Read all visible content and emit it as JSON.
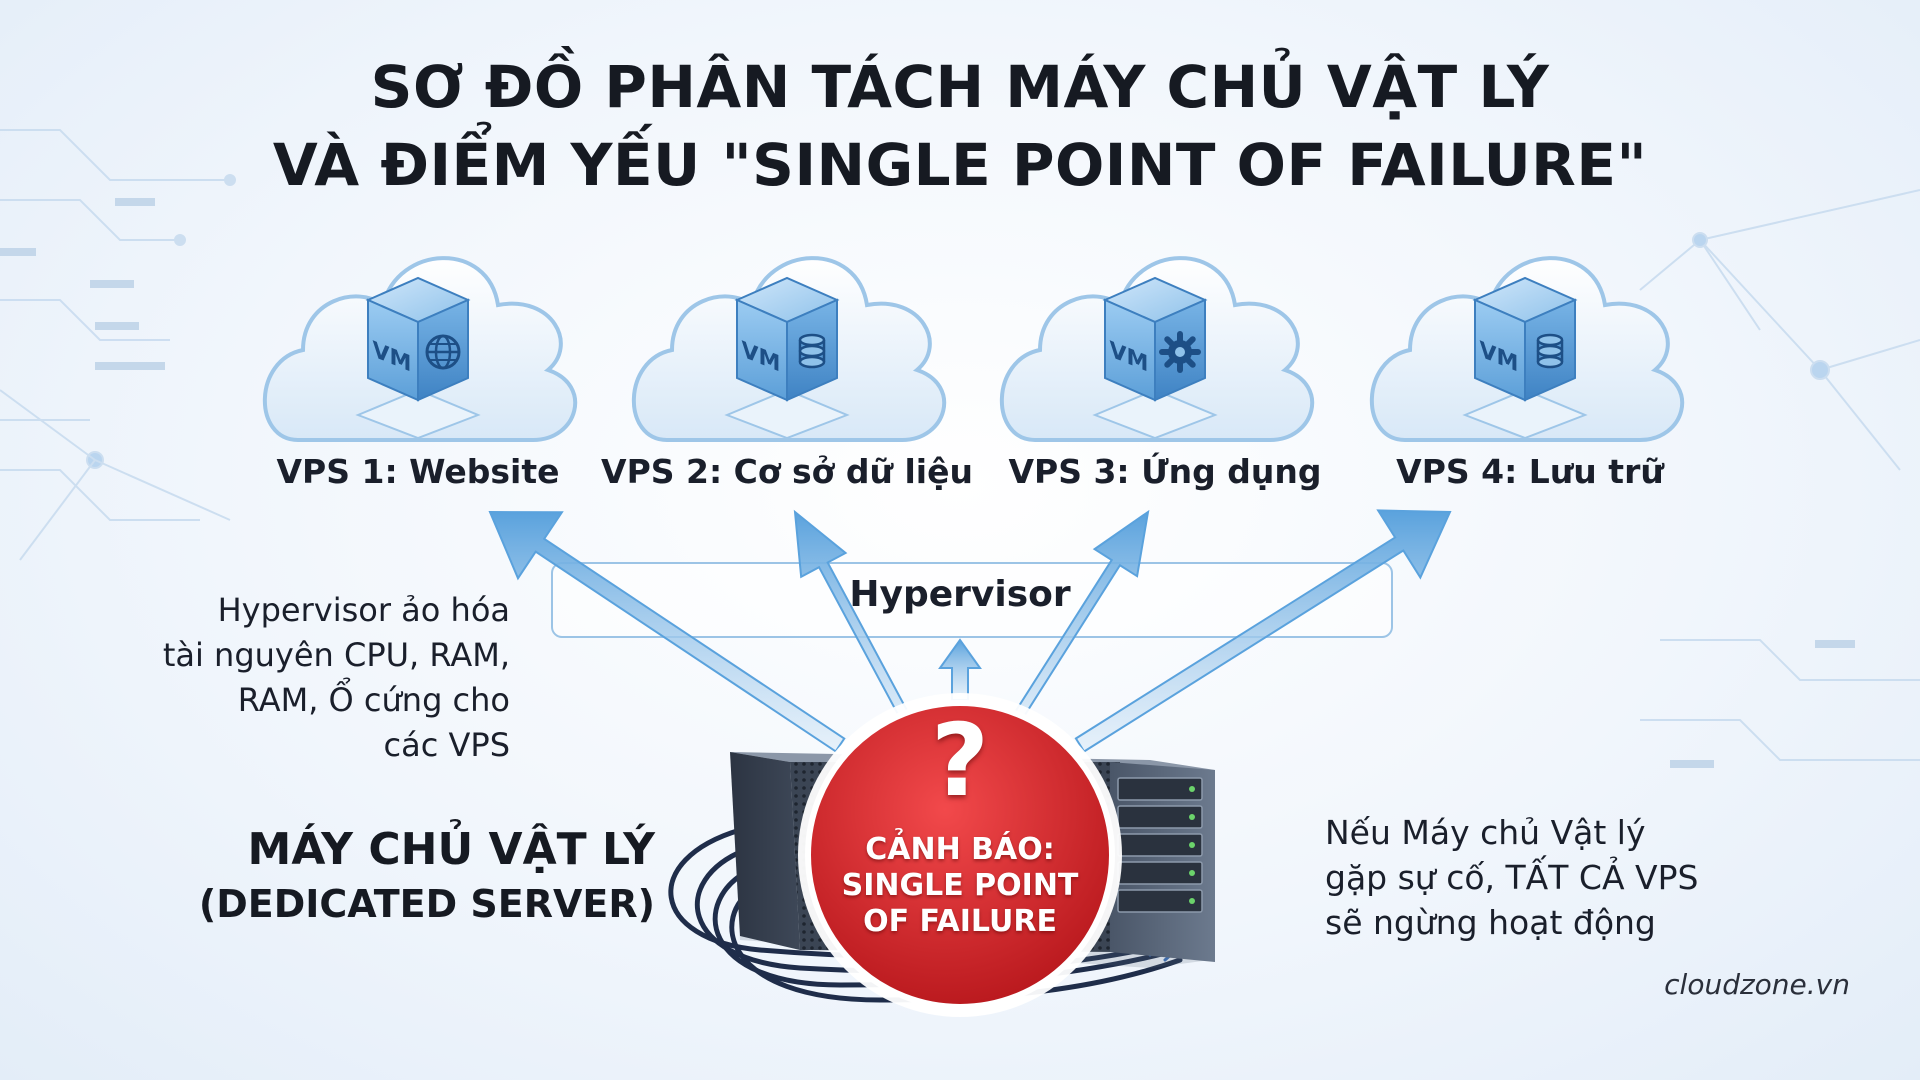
{
  "title": {
    "line1": "SƠ ĐỒ PHÂN TÁCH MÁY CHỦ VẬT LÝ",
    "line2": "VÀ ĐIỂM YẾU \"SINGLE POINT OF FAILURE\""
  },
  "vps": [
    {
      "label": "VPS 1: Website",
      "vm_badge": "VM",
      "icon": "globe-icon"
    },
    {
      "label": "VPS 2: Cơ sở dữ liệu",
      "vm_badge": "VM",
      "icon": "database-icon"
    },
    {
      "label": "VPS 3: Ứng dụng",
      "vm_badge": "VM",
      "icon": "gear-icon"
    },
    {
      "label": "VPS 4: Lưu trữ",
      "vm_badge": "VM",
      "icon": "database-icon"
    }
  ],
  "hypervisor": {
    "label": "Hypervisor"
  },
  "left_description": {
    "lines": [
      "Hypervisor ảo hóa",
      "tài nguyên CPU, RAM,",
      "RAM, Ổ cứng cho",
      "các VPS"
    ]
  },
  "server": {
    "title_line1": "MÁY CHỦ VẬT LÝ",
    "title_line2": "(DEDICATED SERVER)"
  },
  "warning": {
    "symbol": "?",
    "lines": [
      "CẢNH BÁO:",
      "SINGLE POINT",
      "OF FAILURE"
    ]
  },
  "right_description": {
    "lines": [
      "Nếu Máy chủ Vật lý",
      "gặp sự cố, TẤT CẢ VPS",
      "sẽ ngừng hoạt động"
    ]
  },
  "brand": "cloudzone.vn",
  "colors": {
    "accent_blue": "#5aa2dd",
    "warning_red": "#d42428",
    "text_dark": "#1a1f2b"
  }
}
